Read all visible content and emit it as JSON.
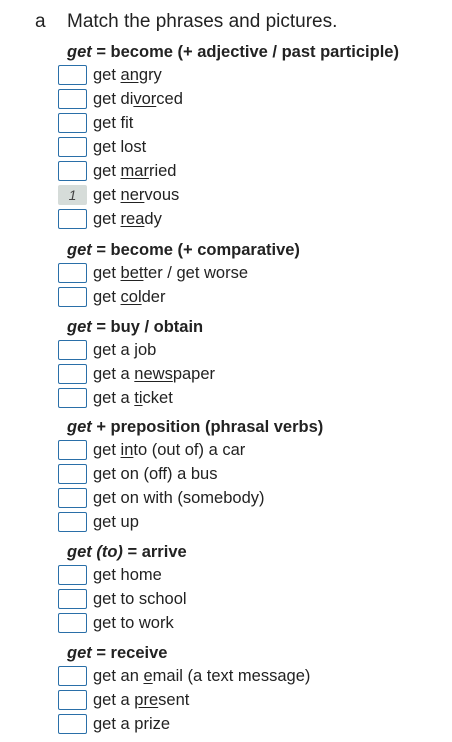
{
  "exercise": {
    "letter": "a",
    "instruction": "Match the phrases and pictures."
  },
  "sections": [
    {
      "head_em": "get",
      "head_rest": " = become (+ adjective / past participle)",
      "items": [
        {
          "pre": "get ",
          "u": "ang",
          "post": "ry",
          "answer": ""
        },
        {
          "pre": "get di",
          "u": "vor",
          "post": "ced",
          "answer": ""
        },
        {
          "pre": "get fit",
          "u": "",
          "post": "",
          "answer": ""
        },
        {
          "pre": "get lost",
          "u": "",
          "post": "",
          "answer": ""
        },
        {
          "pre": "get ",
          "u": "mar",
          "post": "ried",
          "answer": ""
        },
        {
          "pre": "get ",
          "u": "ner",
          "post": "vous",
          "answer": "1"
        },
        {
          "pre": "get ",
          "u": "rea",
          "post": "dy",
          "answer": ""
        }
      ]
    },
    {
      "head_em": "get",
      "head_rest": " = become (+ comparative)",
      "items": [
        {
          "pre": "get ",
          "u": "bet",
          "post": "ter / get worse",
          "answer": ""
        },
        {
          "pre": "get ",
          "u": "col",
          "post": "der",
          "answer": ""
        }
      ]
    },
    {
      "head_em": "get",
      "head_rest": " = buy / obtain",
      "items": [
        {
          "pre": "get a job",
          "u": "",
          "post": "",
          "answer": ""
        },
        {
          "pre": "get a ",
          "u": "news",
          "post": "paper",
          "answer": ""
        },
        {
          "pre": "get a ",
          "u": "ti",
          "post": "cket",
          "answer": ""
        }
      ]
    },
    {
      "head_em": "get",
      "head_rest": " + preposition (phrasal verbs)",
      "items": [
        {
          "pre": "get ",
          "u": "in",
          "post": "to (out of) a car",
          "answer": ""
        },
        {
          "pre": "get on (off) a bus",
          "u": "",
          "post": "",
          "answer": ""
        },
        {
          "pre": "get on with (somebody)",
          "u": "",
          "post": "",
          "answer": ""
        },
        {
          "pre": "get up",
          "u": "",
          "post": "",
          "answer": ""
        }
      ]
    },
    {
      "head_em": "get (to)",
      "head_rest": " = arrive",
      "items": [
        {
          "pre": "get home",
          "u": "",
          "post": "",
          "answer": ""
        },
        {
          "pre": "get to school",
          "u": "",
          "post": "",
          "answer": ""
        },
        {
          "pre": "get to work",
          "u": "",
          "post": "",
          "answer": ""
        }
      ]
    },
    {
      "head_em": "get",
      "head_rest": " = receive",
      "items": [
        {
          "pre": "get an ",
          "u": "e",
          "post": "mail (a text message)",
          "answer": ""
        },
        {
          "pre": "get a ",
          "u": "pre",
          "post": "sent",
          "answer": ""
        },
        {
          "pre": "get a prize",
          "u": "",
          "post": "",
          "answer": ""
        }
      ]
    }
  ]
}
